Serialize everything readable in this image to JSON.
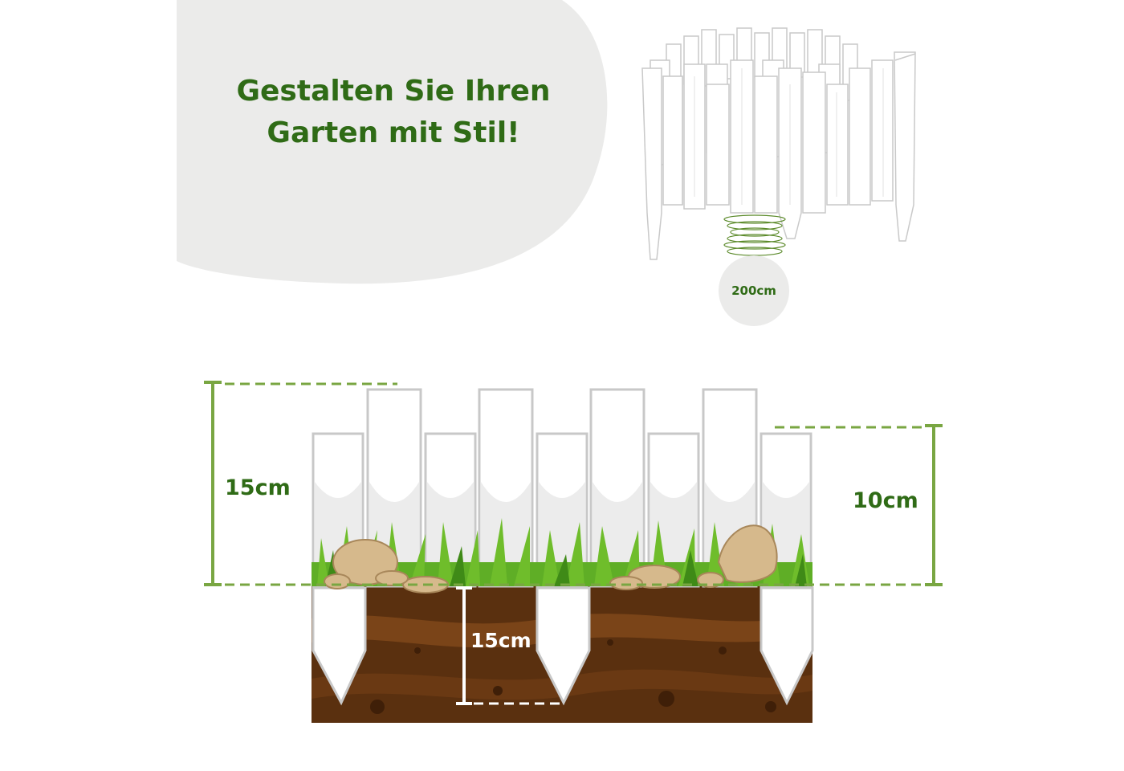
{
  "headline": {
    "line1": "Gestalten Sie Ihren",
    "line2": "Garten mit Stil!"
  },
  "roll": {
    "diameter_label": "200cm"
  },
  "dimensions": {
    "total_height": "15cm",
    "visible_height": "10cm",
    "ground_depth": "15cm"
  },
  "colors": {
    "brand_green": "#2f6b16",
    "measure_green": "#79a642",
    "blob_grey": "#ebebea",
    "soil_brown": "#5a300f",
    "grass_green": "#6fbd2b"
  }
}
